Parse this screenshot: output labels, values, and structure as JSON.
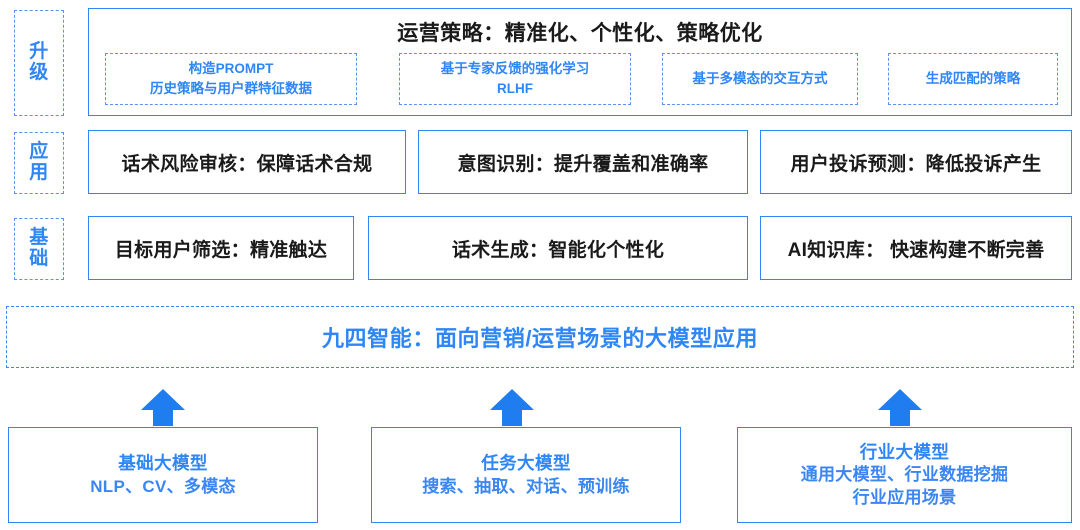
{
  "diagram": {
    "stages": [
      {
        "name": "upgrade",
        "label": "升级",
        "chars": [
          "升",
          "级"
        ]
      },
      {
        "name": "application",
        "label": "应用",
        "chars": [
          "应",
          "用"
        ]
      },
      {
        "name": "foundation",
        "label": "基础",
        "chars": [
          "基",
          "础"
        ]
      }
    ],
    "upgrade_panel": {
      "title": "运营策略：精准化、个性化、策略优化",
      "chips": [
        {
          "line1": "构造PROMPT",
          "line2": "历史策略与用户群特征数据"
        },
        {
          "line1": "基于专家反馈的强化学习",
          "line2": "RLHF"
        },
        {
          "line1": "基于多模态的交互方式",
          "line2": ""
        },
        {
          "line1": "生成匹配的策略",
          "line2": ""
        }
      ]
    },
    "application_row": [
      {
        "label": "话术风险审核：保障话术合规"
      },
      {
        "label": "意图识别：提升覆盖和准确率"
      },
      {
        "label": "用户投诉预测：降低投诉产生"
      }
    ],
    "foundation_row": [
      {
        "label": "目标用户筛选：精准触达"
      },
      {
        "label": "话术生成：智能化个性化"
      },
      {
        "label": "AI知识库： 快速构建不断完善"
      }
    ],
    "platform_banner": {
      "label": "九四智能：面向营销/运营场景的大模型应用"
    },
    "model_boxes": [
      {
        "title": "基础大模型",
        "lines": [
          "NLP、CV、多模态"
        ]
      },
      {
        "title": "任务大模型",
        "lines": [
          "搜索、抽取、对话、预训练"
        ]
      },
      {
        "title": "行业大模型",
        "lines": [
          "通用大模型、行业数据挖掘",
          "行业应用场景"
        ]
      }
    ],
    "arrows": [
      {
        "name": "arrow-up-foundation-model"
      },
      {
        "name": "arrow-up-task-model"
      },
      {
        "name": "arrow-up-industry-model"
      }
    ],
    "colors": {
      "accent_blue": "#2f86f6",
      "dashed_blue": "#5b92f0",
      "text_dark": "#1a1a1a",
      "background": "#ffffff"
    }
  }
}
